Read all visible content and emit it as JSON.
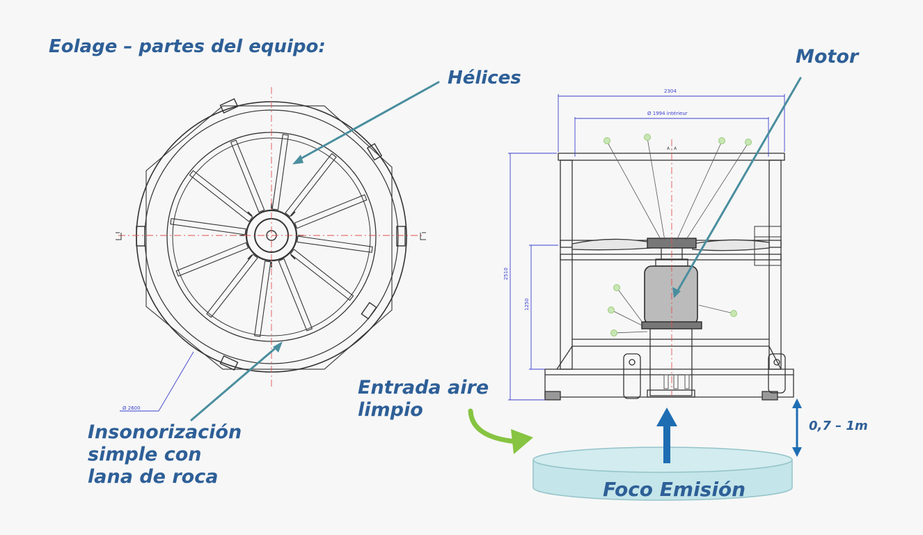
{
  "labels": {
    "title": "Eolage – partes del equipo:",
    "helices": "Hélices",
    "motor": "Motor",
    "entrada_line1": "Entrada aire",
    "entrada_line2": "limpio",
    "insonorizacion_line1": "Insonorización",
    "insonorizacion_line2": "simple con",
    "insonorizacion_line3": "lana de roca",
    "foco": "Foco Emisión",
    "distance": "0,7 – 1m"
  },
  "drawing_dims": {
    "diameter_outer": "Ø 2600",
    "width_total": "2304",
    "inner_diameter": "Ø 1994 intérieur",
    "height_total": "2510",
    "height_lower": "1250",
    "section_mark": "A - A",
    "section_letter": "A"
  },
  "colors": {
    "label_text": "#2e5f97",
    "pointer_line": "#4a8e9e",
    "arrow_blue": "#1e6db3",
    "arrow_green": "#86c441",
    "source_fill": "#c4e5e9",
    "source_stroke": "#93c3c9",
    "dimension_blue": "#3a3fcf",
    "centerline_red": "#e05050",
    "callout_green": "#9acb7b"
  }
}
